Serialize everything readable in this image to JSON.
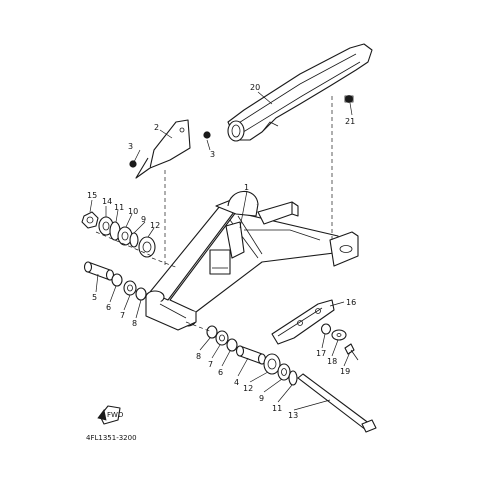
{
  "diagram": {
    "part_code": "4FL1351-3200",
    "fwd_label": "FWD",
    "callouts": {
      "c1": "1",
      "c2": "2",
      "c3a": "3",
      "c3b": "3",
      "c15": "15",
      "c14": "14",
      "c11a": "11",
      "c10": "10",
      "c9a": "9",
      "c12a": "12",
      "c5": "5",
      "c6a": "6",
      "c7a": "7",
      "c8a": "8",
      "c20": "20",
      "c21": "21",
      "c16": "16",
      "c17": "17",
      "c18": "18",
      "c19": "19",
      "c8b": "8",
      "c7b": "7",
      "c6b": "6",
      "c4": "4",
      "c12b": "12",
      "c9b": "9",
      "c11b": "11",
      "c13": "13"
    }
  }
}
